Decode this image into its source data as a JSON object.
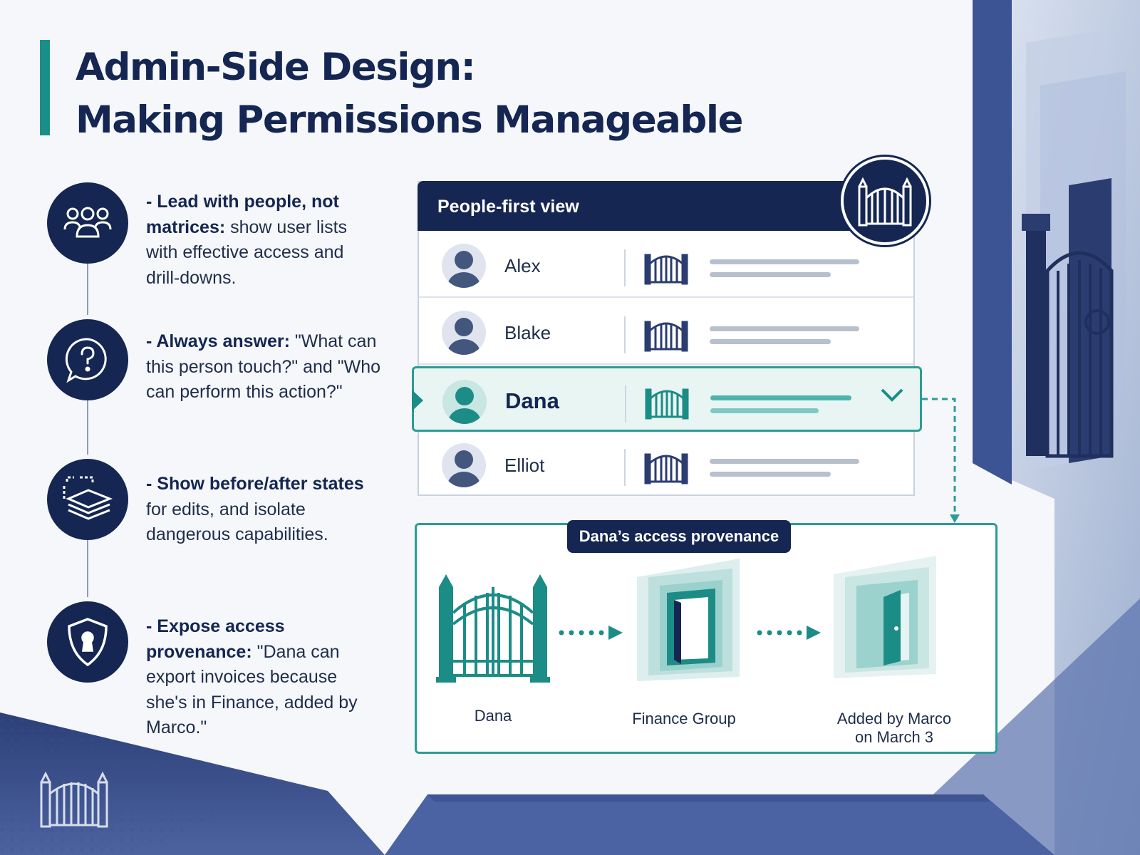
{
  "title": {
    "line1": "Admin-Side Design:",
    "line2": "Making Permissions Manageable"
  },
  "bullets": [
    {
      "icon": "people-group-icon",
      "bold": "Lead with people, not matrices:",
      "text": " show user lists with effective access and drill-downs."
    },
    {
      "icon": "question-chat-icon",
      "bold": "Always answer:",
      "text": " \"What can this person touch?\" and \"Who can perform this action?\""
    },
    {
      "icon": "layers-icon",
      "bold": "Show before/after states",
      "text": " for edits, and isolate dangerous capabilities."
    },
    {
      "icon": "shield-keyhole-icon",
      "bold": "Expose access provenance:",
      "text": " \"Dana can export invoices because she's in Finance, added by Marco.\""
    }
  ],
  "bullet_prefix": "- ",
  "people_panel": {
    "title": "People-first view",
    "badge_icon": "gate-icon",
    "rows": [
      {
        "name": "Alex"
      },
      {
        "name": "Blake"
      },
      {
        "name": "Dana",
        "selected": true
      },
      {
        "name": "Elliot"
      }
    ]
  },
  "provenance": {
    "title": "Dana’s access provenance",
    "steps": [
      {
        "label": "Dana",
        "icon": "gate-icon"
      },
      {
        "label": "Finance Group",
        "icon": "door-open-icon"
      },
      {
        "label": "Added by Marco\non March 3",
        "icon": "door-ajar-icon"
      }
    ]
  },
  "colors": {
    "navy": "#142651",
    "teal": "#1a8f8a",
    "light_teal": "#e8f5f3"
  }
}
